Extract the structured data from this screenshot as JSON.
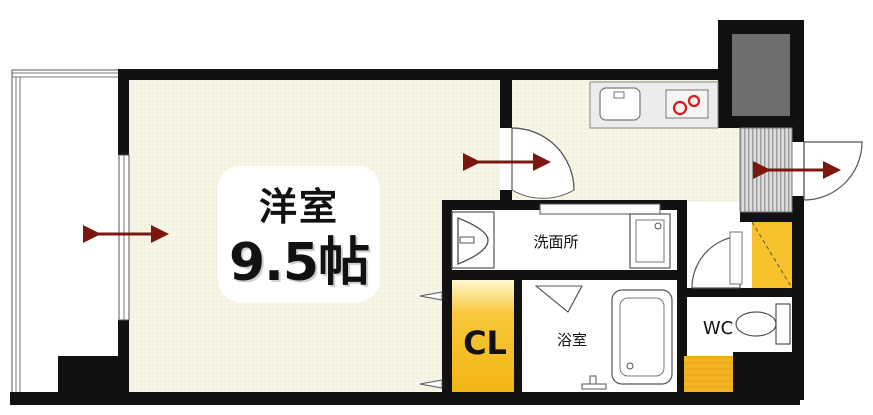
{
  "plan": {
    "main_room": {
      "name": "洋室",
      "size": "9.5帖"
    },
    "washroom": "洗面所",
    "closet": "CL",
    "bathroom": "浴室",
    "toilet": "WC"
  },
  "colors": {
    "wall": "#111111",
    "floor": "#f6f5e4",
    "arrow": "#7a1810",
    "closet_floor": "#f6c12a",
    "hob_ring": "#e01818"
  }
}
